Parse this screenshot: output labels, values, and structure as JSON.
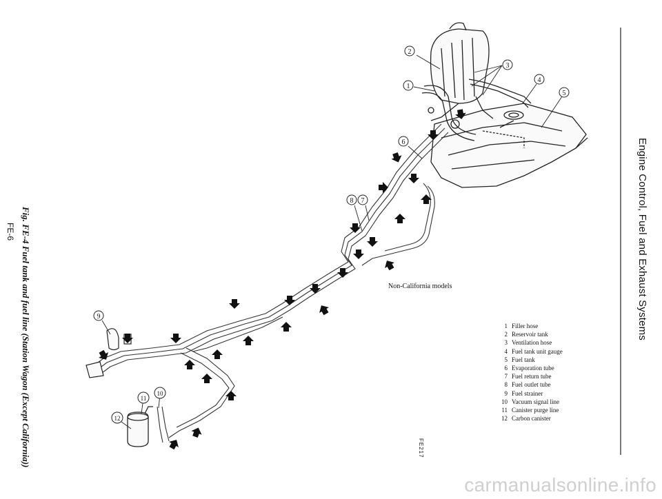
{
  "header": {
    "section_title": "Engine Control, Fuel and Exhaust Systems"
  },
  "figure": {
    "caption": "Fig. FE-4 Fuel tank and fuel line (Station Wagon (Except California))",
    "code": "FE217",
    "region_label": "Non-California models"
  },
  "footer": {
    "page_number": "FE-6"
  },
  "callouts": [
    "1",
    "2",
    "3",
    "4",
    "5",
    "6",
    "7",
    "8",
    "9",
    "10",
    "11",
    "12"
  ],
  "legend": [
    {
      "num": "1",
      "label": "Filler hose"
    },
    {
      "num": "2",
      "label": "Reservoir tank"
    },
    {
      "num": "3",
      "label": "Ventilation hose"
    },
    {
      "num": "4",
      "label": "Fuel tank unit gauge"
    },
    {
      "num": "5",
      "label": "Fuel tank"
    },
    {
      "num": "6",
      "label": "Evaporation tube"
    },
    {
      "num": "7",
      "label": "Fuel return tube"
    },
    {
      "num": "8",
      "label": "Fuel outlet tube"
    },
    {
      "num": "9",
      "label": "Fuel strainer"
    },
    {
      "num": "10",
      "label": "Vacuum signal line"
    },
    {
      "num": "11",
      "label": "Canister purge line"
    },
    {
      "num": "12",
      "label": "Carbon canister"
    }
  ],
  "watermark": "carmanualsonline.info"
}
